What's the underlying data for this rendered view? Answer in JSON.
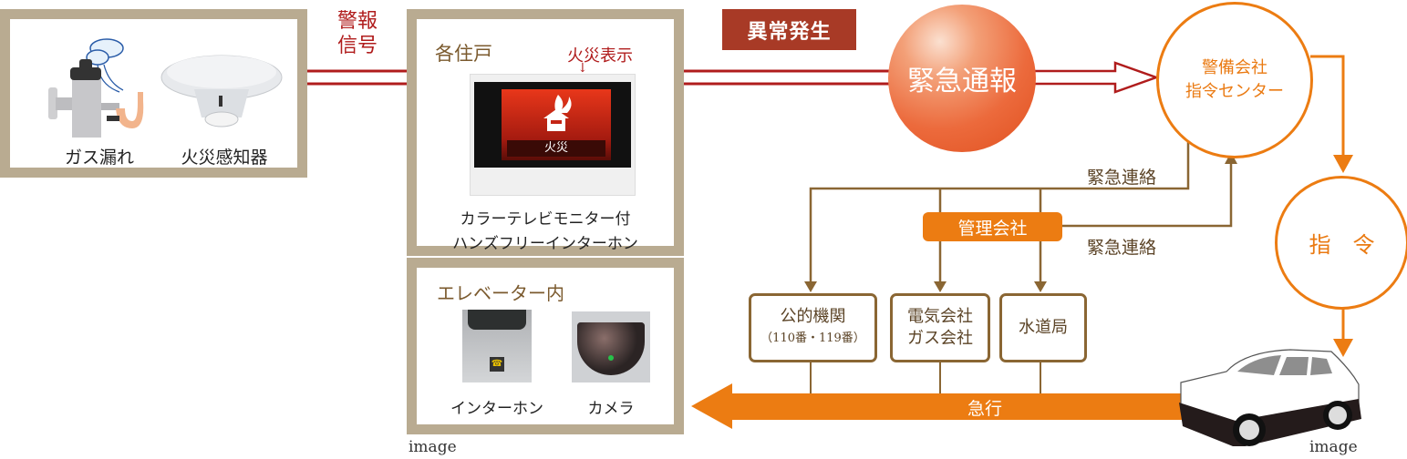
{
  "sensors": {
    "gas_leak_label": "ガス漏れ",
    "fire_detector_label": "火災感知器"
  },
  "alarm_signal_label": [
    "警報",
    "信号"
  ],
  "dwelling": {
    "title": "各住戸",
    "fire_display_label": "火災表示",
    "monitor_screen_text": "火災",
    "caption_line1": "カラーテレビモニター付",
    "caption_line2": "ハンズフリーインターホン"
  },
  "elevator": {
    "title": "エレベーター内",
    "intercom_label": "インターホン",
    "camera_label": "カメラ"
  },
  "anomaly_badge": "異常発生",
  "emergency_report_label": "緊急通報",
  "security_center": {
    "line1": "警備会社",
    "line2": "指令センター"
  },
  "command_label": "指　令",
  "emergency_contact_top": "緊急連絡",
  "emergency_contact_bottom": "緊急連絡",
  "management_company": "管理会社",
  "recipients": [
    {
      "line1": "公的機関",
      "line2": "（110番・119番）"
    },
    {
      "line1": "電気会社",
      "line2": "ガス会社"
    },
    {
      "line1": "水道局",
      "line2": ""
    }
  ],
  "rush_label": "急行",
  "image_caption_left": "image",
  "image_caption_right": "image",
  "colors": {
    "frame": "#b9ab91",
    "signal_red": "#b01c1c",
    "badge_red": "#a83a26",
    "orange": "#ec7c12",
    "brown_line": "#8a6633"
  }
}
